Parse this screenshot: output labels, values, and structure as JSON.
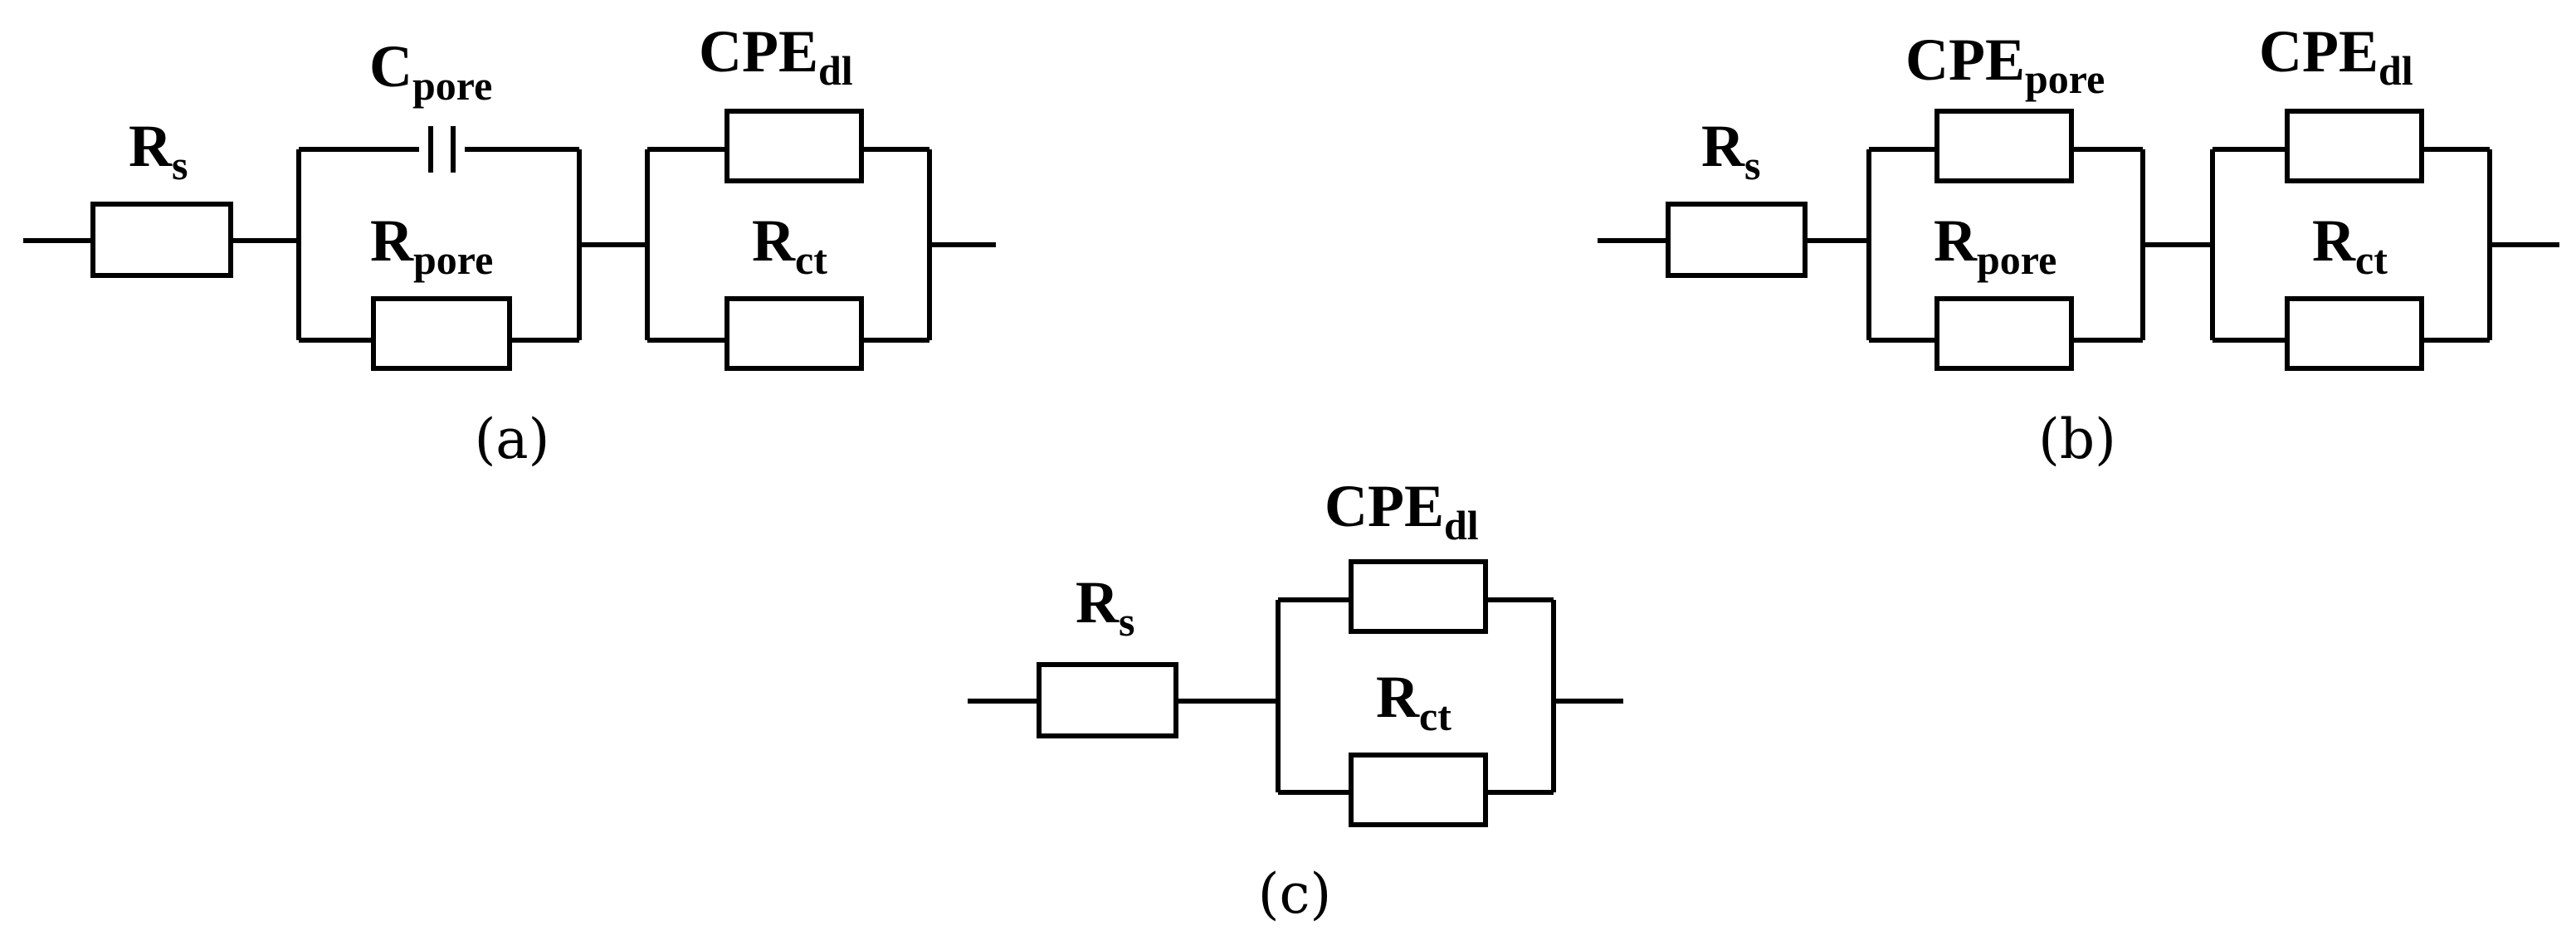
{
  "circuits": {
    "a": {
      "caption": "(a)",
      "rs": {
        "main": "R",
        "sub": "s"
      },
      "c_pore": {
        "main": "C",
        "sub": "pore"
      },
      "r_pore": {
        "main": "R",
        "sub": "pore"
      },
      "cpe_dl": {
        "main": "CPE",
        "sub": "dl"
      },
      "r_ct": {
        "main": "R",
        "sub": "ct"
      }
    },
    "b": {
      "caption": "(b)",
      "rs": {
        "main": "R",
        "sub": "s"
      },
      "cpe_pore": {
        "main": "CPE",
        "sub": "pore"
      },
      "r_pore": {
        "main": "R",
        "sub": "pore"
      },
      "cpe_dl": {
        "main": "CPE",
        "sub": "dl"
      },
      "r_ct": {
        "main": "R",
        "sub": "ct"
      }
    },
    "c": {
      "caption": "(c)",
      "rs": {
        "main": "R",
        "sub": "s"
      },
      "cpe_dl": {
        "main": "CPE",
        "sub": "dl"
      },
      "r_ct": {
        "main": "R",
        "sub": "ct"
      }
    }
  }
}
